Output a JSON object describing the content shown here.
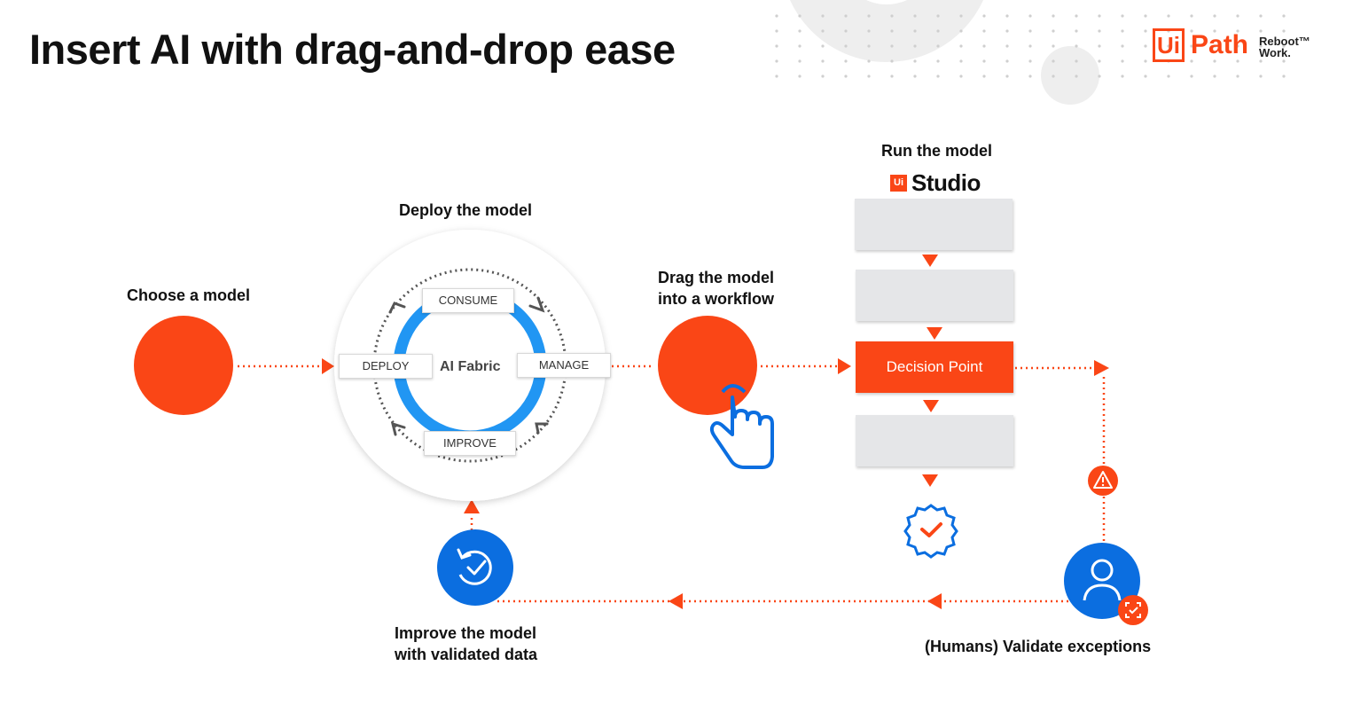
{
  "title": "Insert AI with drag-and-drop ease",
  "logo": {
    "ui": "Ui",
    "path": "Path",
    "reboot": "Reboot™",
    "work": "Work."
  },
  "steps": {
    "choose": "Choose a model",
    "deploy": "Deploy the model",
    "drag_line1": "Drag the model",
    "drag_line2": "into a workflow",
    "run": "Run the model",
    "improve_line1": "Improve the model",
    "improve_line2": "with validated data",
    "validate": "(Humans) Validate exceptions"
  },
  "ai_fabric": {
    "center": "AI Fabric",
    "consume": "CONSUME",
    "deploy": "DEPLOY",
    "manage": "MANAGE",
    "improve": "IMPROVE"
  },
  "studio": {
    "badge": "Ui",
    "name": "Studio"
  },
  "workflow": {
    "decision_point": "Decision Point"
  },
  "colors": {
    "accent": "#fa4616",
    "blue": "#0b6ee0",
    "ring": "#2196f3",
    "box": "#e5e6e8"
  },
  "icons": [
    "hand-pointer-icon",
    "verified-check-icon",
    "warning-icon",
    "person-icon",
    "scan-check-icon",
    "history-check-icon"
  ]
}
